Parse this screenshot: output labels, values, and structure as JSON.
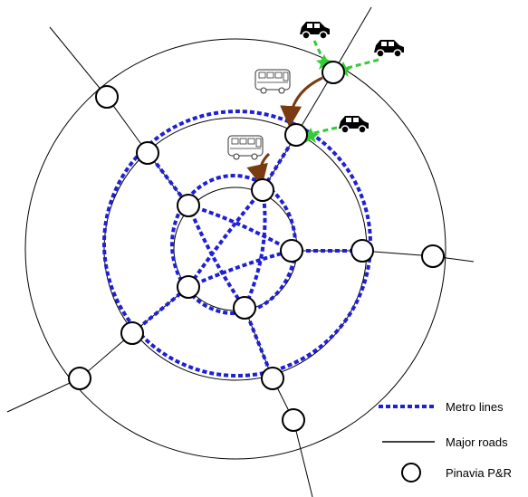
{
  "legend": {
    "metro_label": "Metro lines",
    "roads_label": "Major roads",
    "pr_label": "Pinavia P&R"
  },
  "colors": {
    "metro": "#1f1fd6",
    "road": "#000000",
    "car_access": "#33cc33",
    "bus_route": "#7a3b10",
    "station_fill": "#ffffff"
  },
  "icons": {
    "vehicles": [
      "car-icon",
      "car-icon",
      "car-icon",
      "bus-icon",
      "bus-icon"
    ]
  }
}
